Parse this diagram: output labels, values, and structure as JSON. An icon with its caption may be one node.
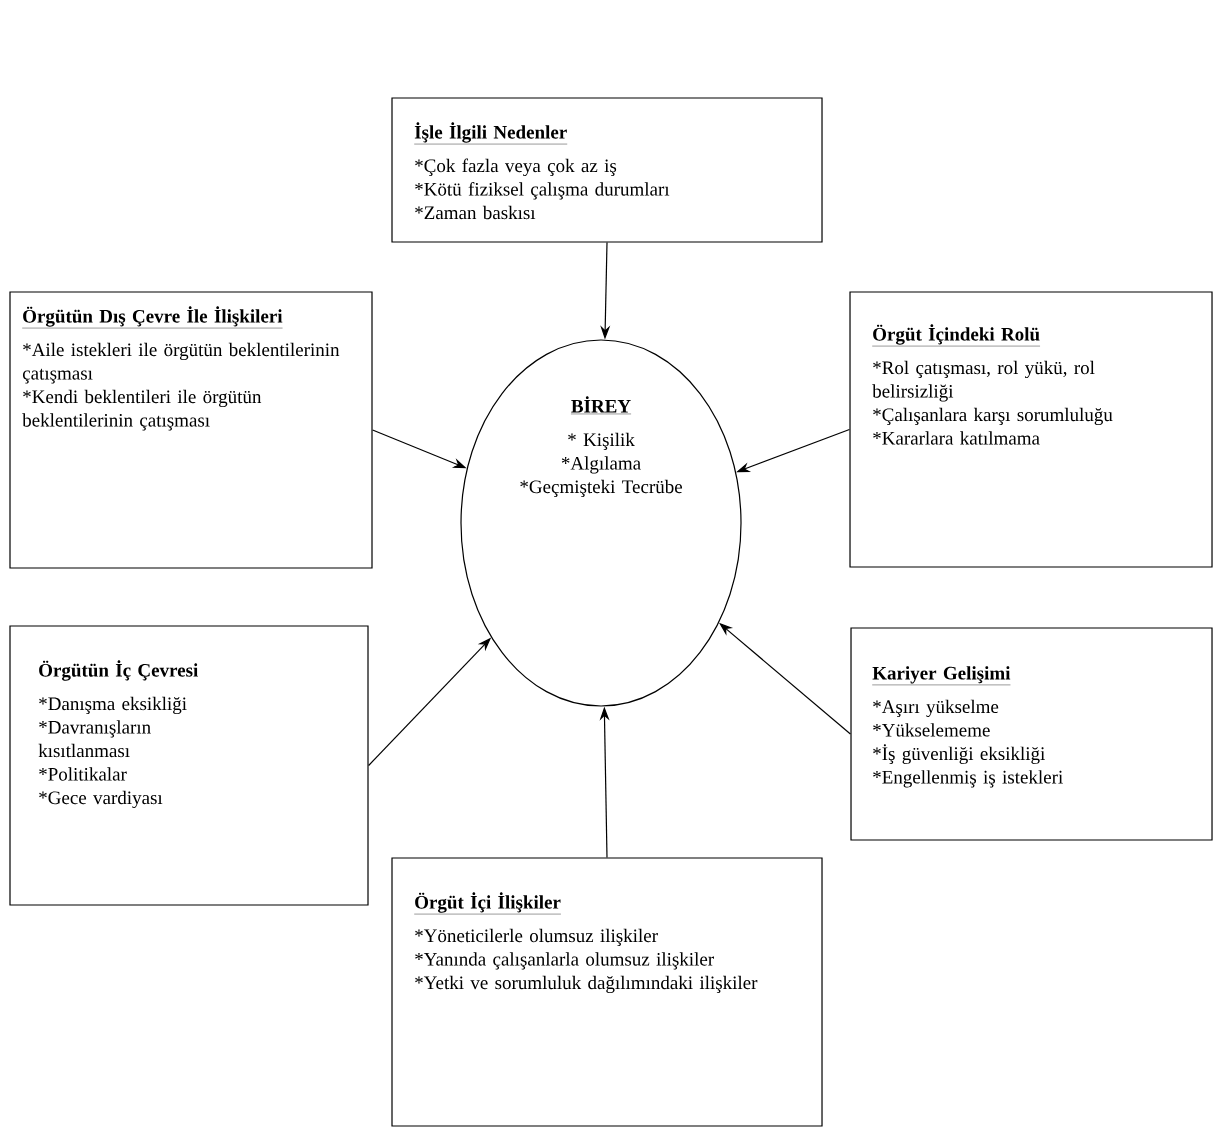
{
  "diagram": {
    "nodes": [
      {
        "text": [
          "İşle İlgili Nedenler",
          "*Çok fazla veya çok az iş",
          "*Kötü fiziksel çalışma durumları",
          "*Zaman baskısı"
        ]
      },
      {
        "text": [
          "Örgütün Dış Çevre İle İlişkileri",
          "*Aile istekleri ile örgütün beklentilerinin çatışması",
          "*Kendi beklentileri ile örgütün beklentilerinin çatışması"
        ]
      },
      {
        "text": [
          "Örgüt İçindeki Rolü",
          "*Rol çatışması, rol yükü, rol belirsizliği",
          "*Çalışanlara karşı sorumluluğu",
          "*Kararlara katılmama"
        ]
      },
      {
        "text": [
          "BİREY",
          "* Kişilik",
          "*Algılama",
          "*Geçmişteki Tecrübe"
        ]
      },
      {
        "text": [
          "Örgütün İç Çevresi",
          "*Danışma eksikliği",
          "*Davranışların kısıtlanması",
          "*Politikalar",
          "*Gece vardiyası"
        ]
      },
      {
        "text": [
          "Kariyer Gelişimi",
          "*Aşırı yükselme",
          "*Yükselememe",
          "*İş güvenliği eksikliği",
          "*Engellenmiş iş istekleri"
        ]
      },
      {
        "text": [
          "Örgüt İçi İlişkiler",
          "*Yöneticilerle olumsuz ilişkiler",
          "*Yanında çalışanlarla olumsuz ilişkiler",
          "*Yetki ve sorumluluk dağılımındaki ilişkiler"
        ]
      }
    ],
    "edges": [
      {
        "from": 0,
        "to": 3,
        "arrow": "to"
      },
      {
        "from": 1,
        "to": 3,
        "arrow": "to"
      },
      {
        "from": 2,
        "to": 3,
        "arrow": "to"
      },
      {
        "from": 4,
        "to": 3,
        "arrow": "to"
      },
      {
        "from": 5,
        "to": 3,
        "arrow": "to"
      },
      {
        "from": 6,
        "to": 3,
        "arrow": "to"
      }
    ]
  }
}
